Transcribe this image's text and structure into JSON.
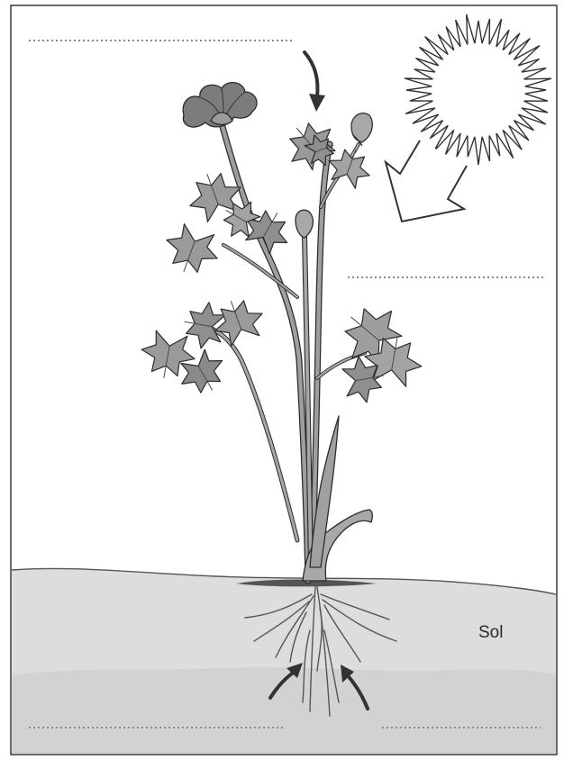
{
  "soil": {
    "label": "Sol"
  },
  "colors": {
    "frame": "#3a3a3a",
    "soil": "#dcdcdc",
    "soil_dark": "#cfcfcf",
    "leaf": "#9a9a9a",
    "leaf_dark": "#6f6f6f",
    "flower": "#7a7a7a",
    "outline": "#2b2b2b",
    "arrow": "#333333",
    "dots": "#8a8a8a"
  },
  "icons": {
    "sun": "sun-icon",
    "light_arrow": "outline-arrow-icon",
    "air_arrow": "curved-arrow-down-icon",
    "water_arrows": "curved-arrow-up-icon"
  },
  "answer_lines": [
    {
      "id": "top-left"
    },
    {
      "id": "middle-right"
    },
    {
      "id": "bottom-left"
    },
    {
      "id": "bottom-right"
    }
  ]
}
